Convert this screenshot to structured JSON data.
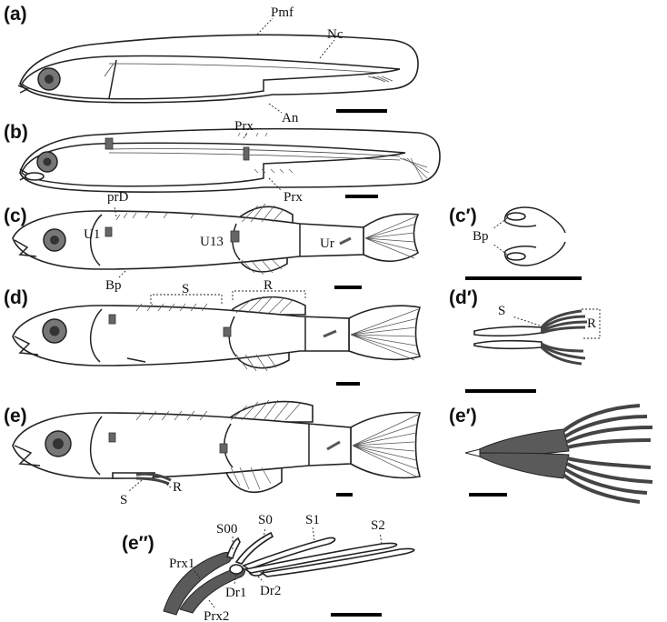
{
  "panels": {
    "a": "(a)",
    "b": "(b)",
    "c": "(c)",
    "c_prime": "(c′)",
    "d": "(d)",
    "d_prime": "(d′)",
    "e": "(e)",
    "e_prime": "(e′)",
    "e_dprime": "(e′′)"
  },
  "labels": {
    "pmf": "Pmf",
    "nc": "Nc",
    "an": "An",
    "prx_top": "Prx",
    "prx_bottom": "Prx",
    "prd": "prD",
    "u1": "U1",
    "u13": "U13",
    "ur": "Ur",
    "bp_c": "Bp",
    "bp_cprime": "Bp",
    "s_d": "S",
    "r_d": "R",
    "s_dprime": "S",
    "r_dprime": "R",
    "s_e": "S",
    "r_e": "R",
    "s00": "S00",
    "s0": "S0",
    "s1": "S1",
    "s2": "S2",
    "prx1": "Prx1",
    "prx2": "Prx2",
    "dr1": "Dr1",
    "dr2": "Dr2"
  },
  "colors": {
    "ink": "#222222",
    "bone_gray": "#666666",
    "eye_gray": "#777777"
  }
}
